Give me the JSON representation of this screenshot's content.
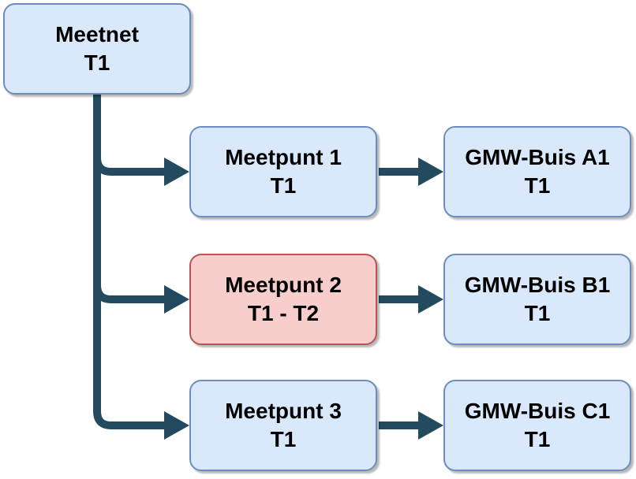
{
  "nodes": {
    "meetnet": {
      "title": "Meetnet",
      "period": "T1"
    },
    "meetpunt1": {
      "title": "Meetpunt 1",
      "period": "T1"
    },
    "meetpunt2": {
      "title": "Meetpunt 2",
      "period": "T1 - T2"
    },
    "meetpunt3": {
      "title": "Meetpunt 3",
      "period": "T1"
    },
    "gmwBuisA1": {
      "title": "GMW-Buis A1",
      "period": "T1"
    },
    "gmwBuisB1": {
      "title": "GMW-Buis B1",
      "period": "T1"
    },
    "gmwBuisC1": {
      "title": "GMW-Buis C1",
      "period": "T1"
    }
  },
  "colors": {
    "node_blue_fill": "#dae8fc",
    "node_blue_stroke": "#6c8ebf",
    "node_red_fill": "#f8cecc",
    "node_red_stroke": "#b85450",
    "connector": "#234a5e",
    "node_text": "#000000",
    "canvas_background": "#ffffff"
  }
}
